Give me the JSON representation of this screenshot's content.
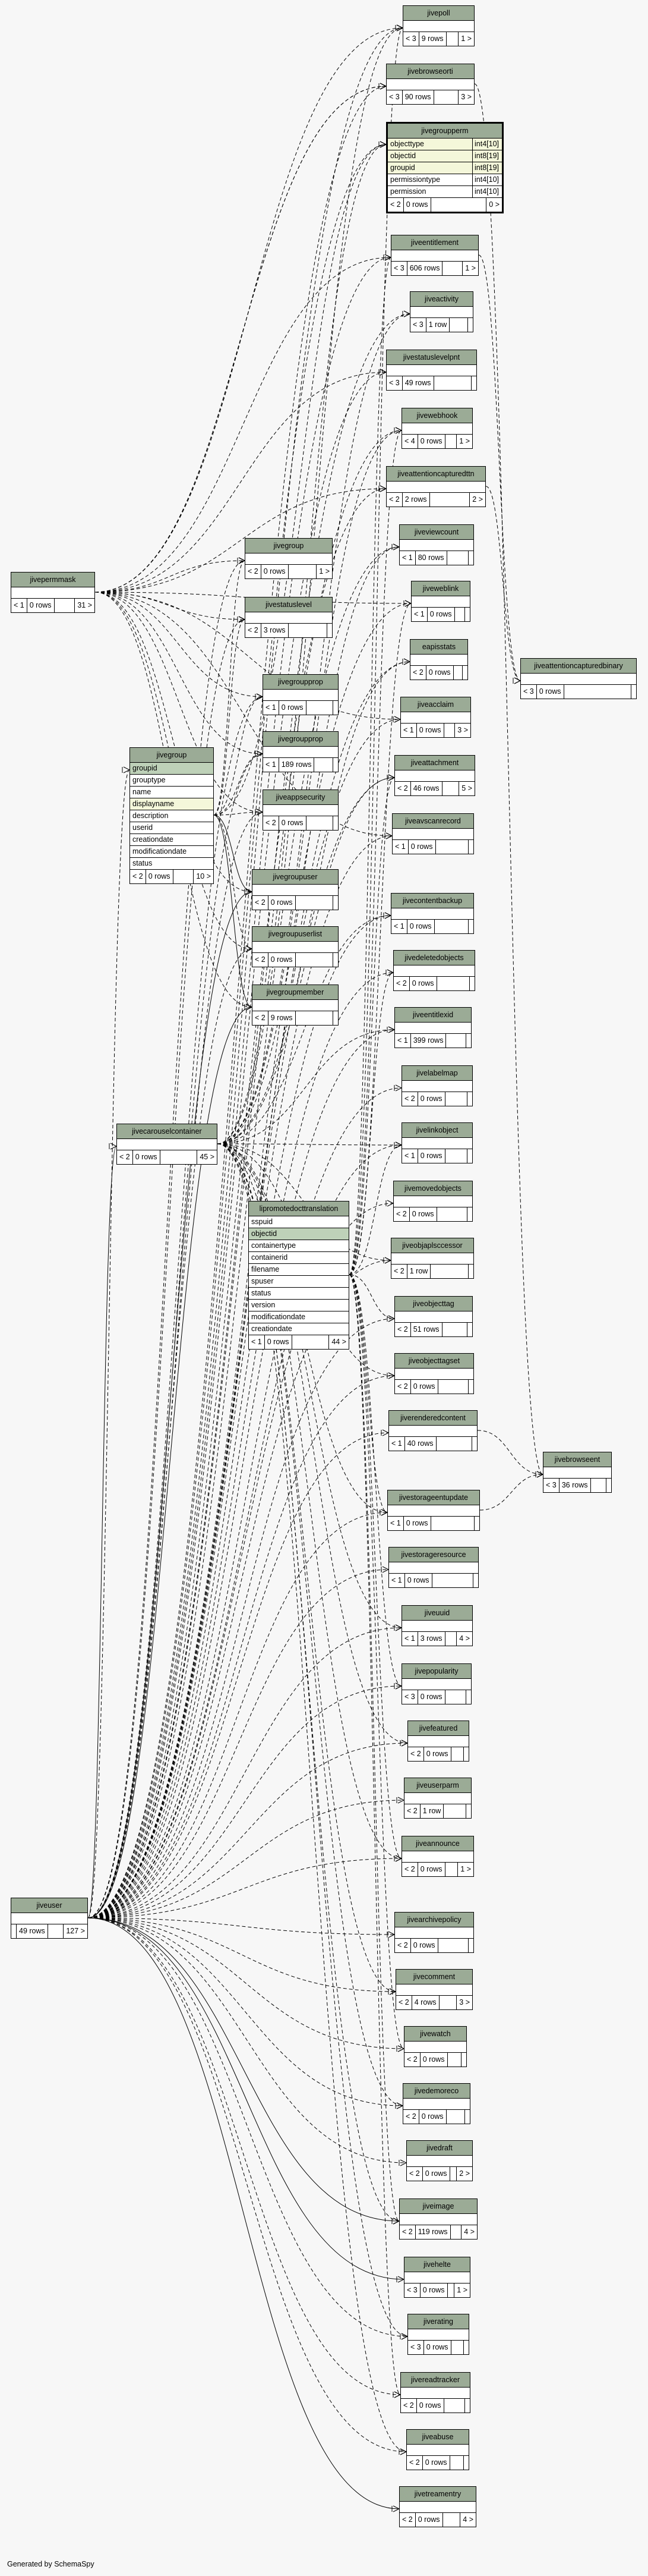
{
  "generator": "Generated by SchemaSpy",
  "tables": [
    {
      "id": "jivepoll",
      "name": "jivepoll",
      "children": "< 3",
      "rows": "9 rows",
      "parents": "1 >"
    },
    {
      "id": "jivebrowseorti",
      "name": "jivebrowseorti",
      "children": "< 3",
      "rows": "90 rows",
      "parents": "3 >"
    },
    {
      "id": "jivegroupperm",
      "name": "jivegroupperm",
      "columns": [
        {
          "name": "objecttype",
          "type": "int4[10]",
          "kind": "idx"
        },
        {
          "name": "objectid",
          "type": "int8[19]",
          "kind": "idx"
        },
        {
          "name": "groupid",
          "type": "int8[19]",
          "kind": "idx"
        },
        {
          "name": "permissiontype",
          "type": "int4[10]",
          "kind": ""
        },
        {
          "name": "permission",
          "type": "int4[10]",
          "kind": ""
        }
      ],
      "children": "< 2",
      "rows": "0 rows",
      "parents": "0 >"
    },
    {
      "id": "jiveentitlement",
      "name": "jiveentitlement",
      "children": "< 3",
      "rows": "606 rows",
      "parents": "1 >"
    },
    {
      "id": "jiveactivity",
      "name": "jiveactivity",
      "children": "< 3",
      "rows": "1 row",
      "parents": ""
    },
    {
      "id": "jivestatuslevelpnt",
      "name": "jivestatuslevelpnt",
      "children": "< 3",
      "rows": "49 rows",
      "parents": ""
    },
    {
      "id": "jivewebhook",
      "name": "jivewebhook",
      "children": "< 4",
      "rows": "0 rows",
      "parents": "1 >"
    },
    {
      "id": "jiveattentioncapturedttn",
      "name": "jiveattentioncapturedttn",
      "children": "< 2",
      "rows": "2 rows",
      "parents": "2 >"
    },
    {
      "id": "jiveviewcount",
      "name": "jiveviewcount",
      "children": "< 1",
      "rows": "80 rows",
      "parents": ""
    },
    {
      "id": "jiveweblink",
      "name": "jiveweblink",
      "children": "< 1",
      "rows": "0 rows",
      "parents": ""
    },
    {
      "id": "eapisstats",
      "name": "eapisstats",
      "children": "< 2",
      "rows": "0 rows",
      "parents": ""
    },
    {
      "id": "jiveattentioncapturedbinary",
      "name": "jiveattentioncapturedbinary",
      "children": "< 3",
      "rows": "0 rows",
      "parents": ""
    },
    {
      "id": "jiveacclaim",
      "name": "jiveacclaim",
      "children": "< 1",
      "rows": "0 rows",
      "parents": "3 >"
    },
    {
      "id": "jiveattachment",
      "name": "jiveattachment",
      "children": "< 2",
      "rows": "46 rows",
      "parents": "5 >"
    },
    {
      "id": "jiveavscanrecord",
      "name": "jiveavscanrecord",
      "children": "< 1",
      "rows": "0 rows",
      "parents": ""
    },
    {
      "id": "jivecontentbackup",
      "name": "jivecontentbackup",
      "children": "< 1",
      "rows": "0 rows",
      "parents": ""
    },
    {
      "id": "jivedeletedobjects",
      "name": "jivedeletedobjects",
      "children": "< 2",
      "rows": "0 rows",
      "parents": ""
    },
    {
      "id": "jiveentitlexid",
      "name": "jiveentitlexid",
      "children": "< 1",
      "rows": "399 rows",
      "parents": ""
    },
    {
      "id": "jivelabelmap",
      "name": "jivelabelmap",
      "children": "< 2",
      "rows": "0 rows",
      "parents": ""
    },
    {
      "id": "jivelinkobject",
      "name": "jivelinkobject",
      "children": "< 1",
      "rows": "0 rows",
      "parents": ""
    },
    {
      "id": "jivemovedobjects",
      "name": "jivemovedobjects",
      "children": "< 2",
      "rows": "0 rows",
      "parents": ""
    },
    {
      "id": "jiveobjaplsccessor",
      "name": "jiveobjaplsccessor",
      "children": "< 2",
      "rows": "1 row",
      "parents": ""
    },
    {
      "id": "jiveobjecttag",
      "name": "jiveobjecttag",
      "children": "< 2",
      "rows": "51 rows",
      "parents": ""
    },
    {
      "id": "jiveobjecttagset",
      "name": "jiveobjecttagset",
      "children": "< 2",
      "rows": "0 rows",
      "parents": ""
    },
    {
      "id": "jiverenderedcontent",
      "name": "jiverenderedcontent",
      "children": "< 1",
      "rows": "40 rows",
      "parents": ""
    },
    {
      "id": "jivebrowseent",
      "name": "jivebrowseent",
      "children": "< 3",
      "rows": "36 rows",
      "parents": ""
    },
    {
      "id": "jivestorageentupdate",
      "name": "jivestorageentupdate",
      "children": "< 1",
      "rows": "0 rows",
      "parents": ""
    },
    {
      "id": "jivestorageresource",
      "name": "jivestorageresource",
      "children": "< 1",
      "rows": "0 rows",
      "parents": ""
    },
    {
      "id": "jiveuuid",
      "name": "jiveuuid",
      "children": "< 1",
      "rows": "3 rows",
      "parents": "4 >"
    },
    {
      "id": "jivepopularity",
      "name": "jivepopularity",
      "children": "< 3",
      "rows": "0 rows",
      "parents": ""
    },
    {
      "id": "jivefeatured",
      "name": "jivefeatured",
      "children": "< 2",
      "rows": "0 rows",
      "parents": ""
    },
    {
      "id": "jiveuserparm",
      "name": "jiveuserparm",
      "children": "< 2",
      "rows": "1 row",
      "parents": ""
    },
    {
      "id": "jiveannounce",
      "name": "jiveannounce",
      "children": "< 2",
      "rows": "0 rows",
      "parents": "1 >"
    },
    {
      "id": "jivearchivepolicy",
      "name": "jivearchivepolicy",
      "children": "< 2",
      "rows": "0 rows",
      "parents": ""
    },
    {
      "id": "jivecomment",
      "name": "jivecomment",
      "children": "< 2",
      "rows": "4 rows",
      "parents": "3 >"
    },
    {
      "id": "jivewatch",
      "name": "jivewatch",
      "children": "< 2",
      "rows": "0 rows",
      "parents": ""
    },
    {
      "id": "jivedemoreco",
      "name": "jivedemoreco",
      "children": "< 2",
      "rows": "0 rows",
      "parents": ""
    },
    {
      "id": "jivedraft",
      "name": "jivedraft",
      "children": "< 2",
      "rows": "0 rows",
      "parents": "2 >"
    },
    {
      "id": "jiveimage",
      "name": "jiveimage",
      "children": "< 2",
      "rows": "119 rows",
      "parents": "4 >"
    },
    {
      "id": "jivehelte",
      "name": "jivehelte",
      "children": "< 3",
      "rows": "0 rows",
      "parents": "1 >"
    },
    {
      "id": "jiverating",
      "name": "jiverating",
      "children": "< 3",
      "rows": "0 rows",
      "parents": ""
    },
    {
      "id": "jivereadtracker",
      "name": "jivereadtracker",
      "children": "< 2",
      "rows": "0 rows",
      "parents": ""
    },
    {
      "id": "jiveabuse",
      "name": "jiveabuse",
      "children": "< 2",
      "rows": "0 rows",
      "parents": ""
    },
    {
      "id": "jivetreamentry",
      "name": "jivetreamentry",
      "children": "< 2",
      "rows": "0 rows",
      "parents": "4 >"
    },
    {
      "id": "jivepermmask",
      "name": "jivepermmask",
      "children": "< 1",
      "rows": "0 rows",
      "parents": "31 >"
    },
    {
      "id": "jivegroup_small",
      "name": "jivegroup",
      "children": "< 2",
      "rows": "0 rows",
      "parents": "1 >"
    },
    {
      "id": "jivestatuslevel",
      "name": "jivestatuslevel",
      "children": "< 2",
      "rows": "3 rows",
      "parents": ""
    },
    {
      "id": "jivegroupprop",
      "name": "jivegroupprop",
      "children": "< 1",
      "rows": "0 rows",
      "parents": ""
    },
    {
      "id": "jivegroupprop2",
      "name": "jivegroupprop",
      "children": "< 1",
      "rows": "189 rows",
      "parents": ""
    },
    {
      "id": "jiveappsecurity",
      "name": "jiveappsecurity",
      "children": "< 2",
      "rows": "0 rows",
      "parents": ""
    },
    {
      "id": "jivegroupuser",
      "name": "jivegroupuser",
      "children": "< 2",
      "rows": "0 rows",
      "parents": ""
    },
    {
      "id": "jivegroupuserlist",
      "name": "jivegroupuserlist",
      "children": "< 2",
      "rows": "0 rows",
      "parents": ""
    },
    {
      "id": "jivegroupmember",
      "name": "jivegroupmember",
      "children": "< 2",
      "rows": "9 rows",
      "parents": ""
    },
    {
      "id": "jivegroup_main",
      "name": "jivegroup",
      "columns": [
        {
          "name": "groupid",
          "type": "",
          "kind": "pk"
        },
        {
          "name": "grouptype",
          "type": "",
          "kind": ""
        },
        {
          "name": "name",
          "type": "",
          "kind": ""
        },
        {
          "name": "displayname",
          "type": "",
          "kind": "idx"
        },
        {
          "name": "description",
          "type": "",
          "kind": ""
        },
        {
          "name": "userid",
          "type": "",
          "kind": ""
        },
        {
          "name": "creationdate",
          "type": "",
          "kind": ""
        },
        {
          "name": "modificationdate",
          "type": "",
          "kind": ""
        },
        {
          "name": "status",
          "type": "",
          "kind": ""
        }
      ],
      "children": "< 2",
      "rows": "0 rows",
      "parents": "10 >"
    },
    {
      "id": "jivecarouselcontainer",
      "name": "jivecarouselcontainer",
      "children": "< 2",
      "rows": "0 rows",
      "parents": "45 >"
    },
    {
      "id": "lipromotedocttranslation",
      "name": "lipromotedocttranslation",
      "columns": [
        {
          "name": "sspuid",
          "type": "",
          "kind": ""
        },
        {
          "name": "objectid",
          "type": "",
          "kind": "pk"
        },
        {
          "name": "containertype",
          "type": "",
          "kind": ""
        },
        {
          "name": "containerid",
          "type": "",
          "kind": ""
        },
        {
          "name": "filename",
          "type": "",
          "kind": ""
        },
        {
          "name": "spuser",
          "type": "",
          "kind": ""
        },
        {
          "name": "status",
          "type": "",
          "kind": ""
        },
        {
          "name": "version",
          "type": "",
          "kind": ""
        },
        {
          "name": "modificationdate",
          "type": "",
          "kind": ""
        },
        {
          "name": "creationdate",
          "type": "",
          "kind": ""
        }
      ],
      "children": "< 1",
      "rows": "0 rows",
      "parents": "44 >"
    },
    {
      "id": "jiveuser",
      "name": "jiveuser",
      "children": "",
      "rows": "49 rows",
      "parents": "127 >"
    }
  ]
}
